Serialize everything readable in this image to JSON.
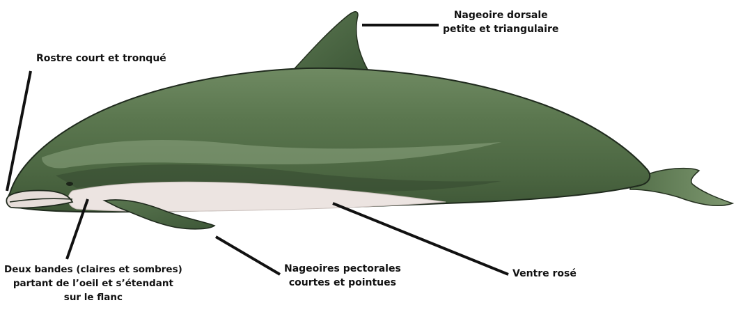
{
  "labels": {
    "rostre": [
      "Rostre court et tronqué"
    ],
    "dorsale": [
      "Nageoire dorsale",
      "petite et triangulaire"
    ],
    "bandes": [
      "Deux bandes (claires et sombres)",
      "partant de l’oeil et s’étendant",
      "sur le flanc"
    ],
    "pectorales": [
      "Nageoires pectorales",
      "courtes et pointues"
    ],
    "ventre": [
      "Ventre rosé"
    ]
  },
  "colors": {
    "body_green": "#5e7a52",
    "dark_green": "#3f5a3a",
    "light_green": "#8aa17c",
    "belly": "#ece4e1",
    "outline": "#1f2a1d",
    "leader_line": "#111111"
  }
}
